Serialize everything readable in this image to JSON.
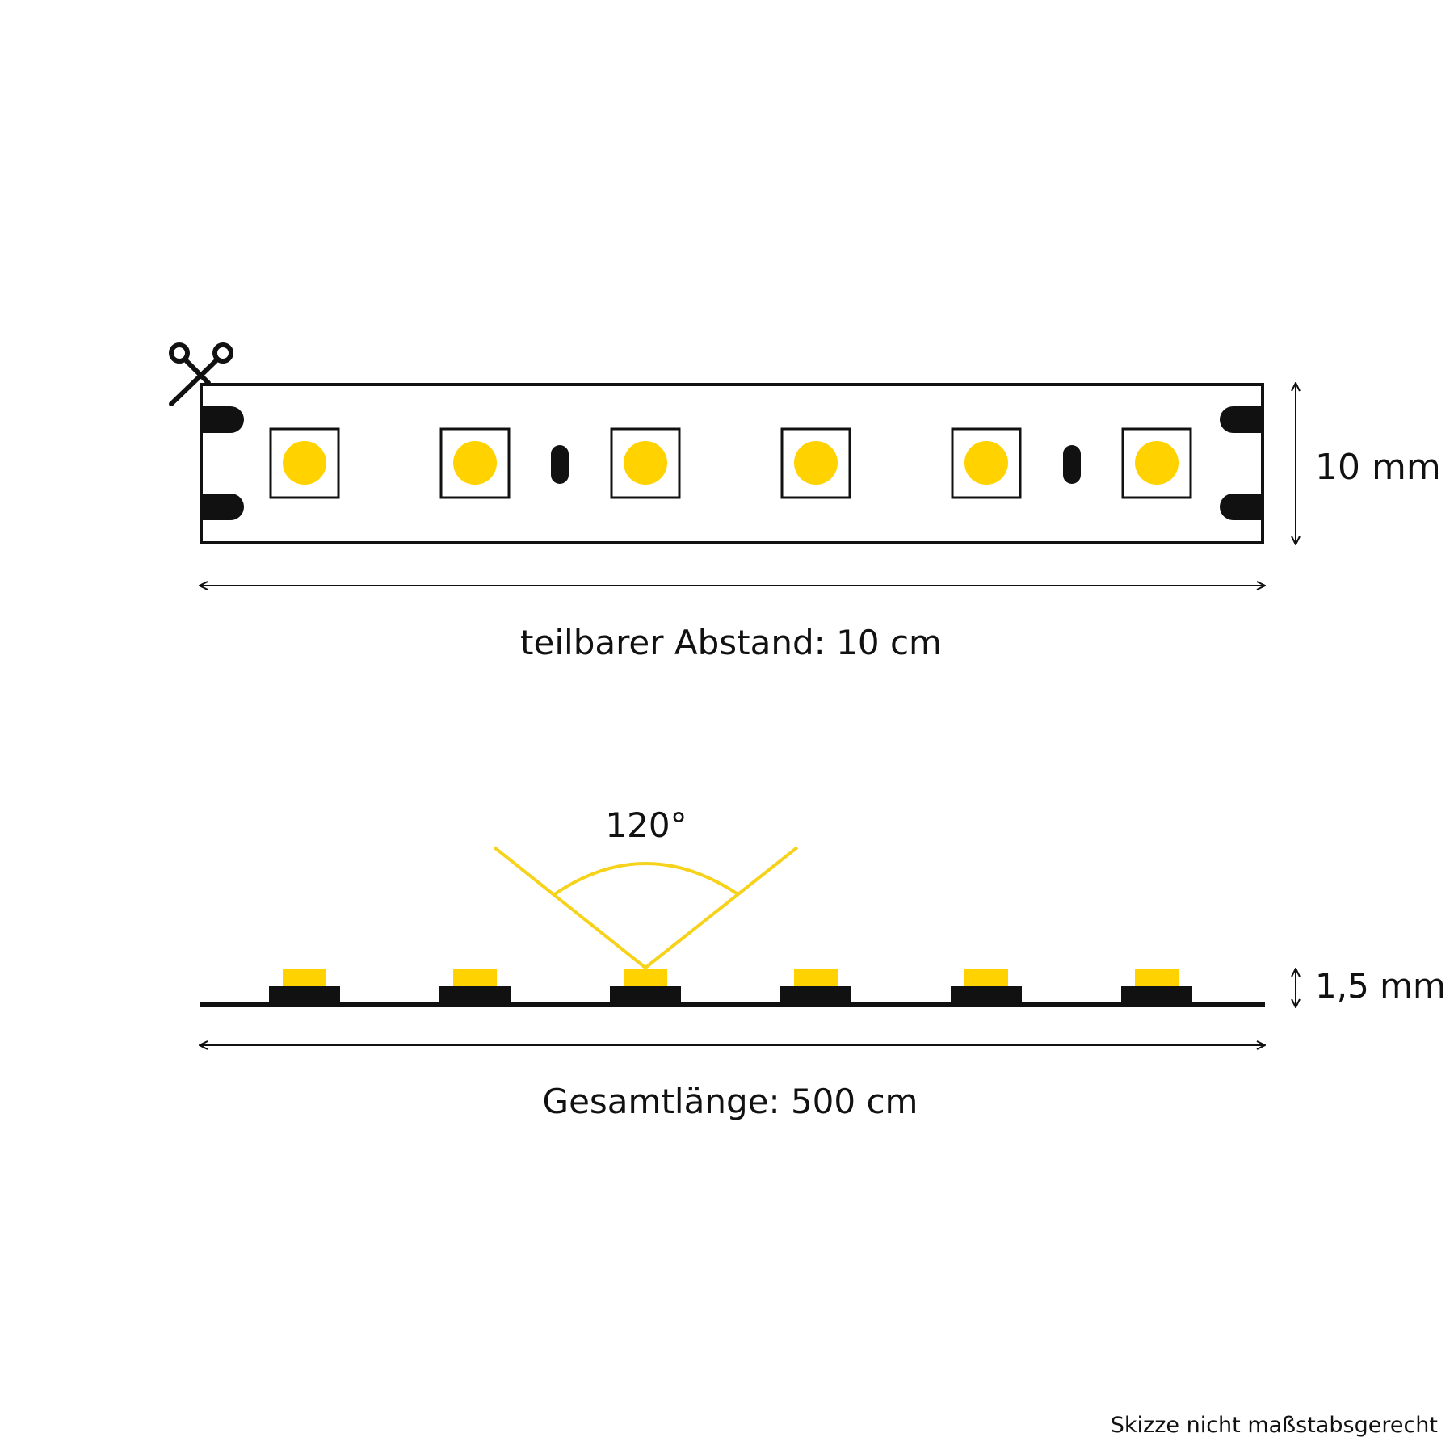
{
  "top_view": {
    "height_label": "10 mm",
    "cut_label": "teilbarer Abstand: 10 cm",
    "led_count": 6,
    "scissors_icon": "scissors-icon"
  },
  "side_view": {
    "angle_label": "120°",
    "thickness_label": "1,5 mm",
    "length_label": "Gesamtlänge: 500 cm",
    "led_count": 6
  },
  "footer": {
    "note": "Skizze nicht maßstabsgerecht"
  },
  "colors": {
    "led": "#FFD200",
    "beam": "#F7D21A",
    "outline": "#111111",
    "background": "#ffffff"
  }
}
